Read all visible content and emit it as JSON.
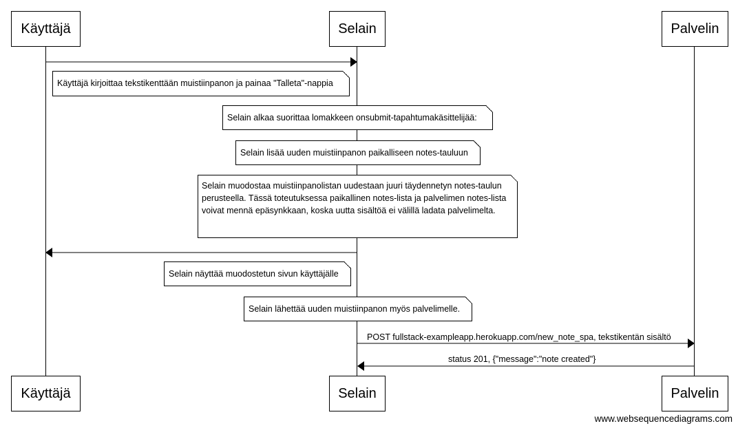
{
  "participants": {
    "user": "Käyttäjä",
    "browser": "Selain",
    "server": "Palvelin"
  },
  "notes": {
    "n1": "Käyttäjä kirjoittaa tekstikenttään muistiinpanon ja painaa \"Talleta\"-nappia",
    "n2": "Selain alkaa suorittaa lomakkeen onsubmit-tapahtumakäsittelijää:",
    "n3": "Selain lisää uuden muistiinpanon paikalliseen notes-tauluun",
    "n4": "Selain muodostaa muistiinpanolistan uudestaan juuri täydennetyn notes-taulun perusteella. Tässä toteutuksessa paikallinen notes-lista ja palvelimen notes-lista voivat mennä epäsynkkaan, koska uutta sisältöä ei välillä ladata palvelimelta.",
    "n5": "Selain näyttää muodostetun sivun käyttäjälle",
    "n6": "Selain lähettää uuden muistiinpanon myös palvelimelle."
  },
  "messages": {
    "m1": "",
    "m2": "",
    "m3": "POST fullstack-exampleapp.herokuapp.com/new_note_spa, tekstikentän sisältö",
    "m4": "status 201, {\"message\":\"note created\"}"
  },
  "footer": "www.websequencediagrams.com"
}
